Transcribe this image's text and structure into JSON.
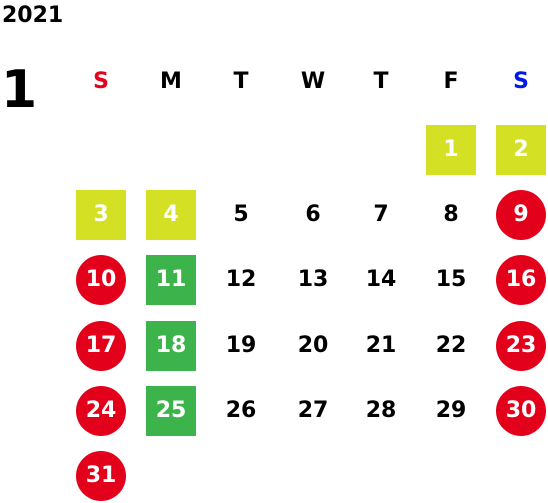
{
  "calendar": {
    "year": "2021",
    "month": "1",
    "weekdays": [
      {
        "label": "S",
        "color": "#e8001c"
      },
      {
        "label": "M",
        "color": "#000000"
      },
      {
        "label": "T",
        "color": "#000000"
      },
      {
        "label": "W",
        "color": "#000000"
      },
      {
        "label": "T",
        "color": "#000000"
      },
      {
        "label": "F",
        "color": "#000000"
      },
      {
        "label": "S",
        "color": "#0018e8"
      }
    ],
    "colors": {
      "holiday_red": "#e2001a",
      "highlight_yellow": "#d4e024",
      "highlight_green": "#3cb44b",
      "regular_text": "#000000",
      "highlight_text": "#ffffff"
    },
    "days": [
      {
        "day": "1",
        "col": 5,
        "row": 0,
        "style": "yellow-square"
      },
      {
        "day": "2",
        "col": 6,
        "row": 0,
        "style": "yellow-square"
      },
      {
        "day": "3",
        "col": 0,
        "row": 1,
        "style": "yellow-square"
      },
      {
        "day": "4",
        "col": 1,
        "row": 1,
        "style": "yellow-square"
      },
      {
        "day": "5",
        "col": 2,
        "row": 1,
        "style": "plain"
      },
      {
        "day": "6",
        "col": 3,
        "row": 1,
        "style": "plain"
      },
      {
        "day": "7",
        "col": 4,
        "row": 1,
        "style": "plain"
      },
      {
        "day": "8",
        "col": 5,
        "row": 1,
        "style": "plain"
      },
      {
        "day": "9",
        "col": 6,
        "row": 1,
        "style": "red-circle"
      },
      {
        "day": "10",
        "col": 0,
        "row": 2,
        "style": "red-circle"
      },
      {
        "day": "11",
        "col": 1,
        "row": 2,
        "style": "green-square"
      },
      {
        "day": "12",
        "col": 2,
        "row": 2,
        "style": "plain"
      },
      {
        "day": "13",
        "col": 3,
        "row": 2,
        "style": "plain"
      },
      {
        "day": "14",
        "col": 4,
        "row": 2,
        "style": "plain"
      },
      {
        "day": "15",
        "col": 5,
        "row": 2,
        "style": "plain"
      },
      {
        "day": "16",
        "col": 6,
        "row": 2,
        "style": "red-circle"
      },
      {
        "day": "17",
        "col": 0,
        "row": 3,
        "style": "red-circle"
      },
      {
        "day": "18",
        "col": 1,
        "row": 3,
        "style": "green-square"
      },
      {
        "day": "19",
        "col": 2,
        "row": 3,
        "style": "plain"
      },
      {
        "day": "20",
        "col": 3,
        "row": 3,
        "style": "plain"
      },
      {
        "day": "21",
        "col": 4,
        "row": 3,
        "style": "plain"
      },
      {
        "day": "22",
        "col": 5,
        "row": 3,
        "style": "plain"
      },
      {
        "day": "23",
        "col": 6,
        "row": 3,
        "style": "red-circle"
      },
      {
        "day": "24",
        "col": 0,
        "row": 4,
        "style": "red-circle"
      },
      {
        "day": "25",
        "col": 1,
        "row": 4,
        "style": "green-square"
      },
      {
        "day": "26",
        "col": 2,
        "row": 4,
        "style": "plain"
      },
      {
        "day": "27",
        "col": 3,
        "row": 4,
        "style": "plain"
      },
      {
        "day": "28",
        "col": 4,
        "row": 4,
        "style": "plain"
      },
      {
        "day": "29",
        "col": 5,
        "row": 4,
        "style": "plain"
      },
      {
        "day": "30",
        "col": 6,
        "row": 4,
        "style": "red-circle"
      },
      {
        "day": "31",
        "col": 0,
        "row": 5,
        "style": "red-circle"
      }
    ]
  }
}
